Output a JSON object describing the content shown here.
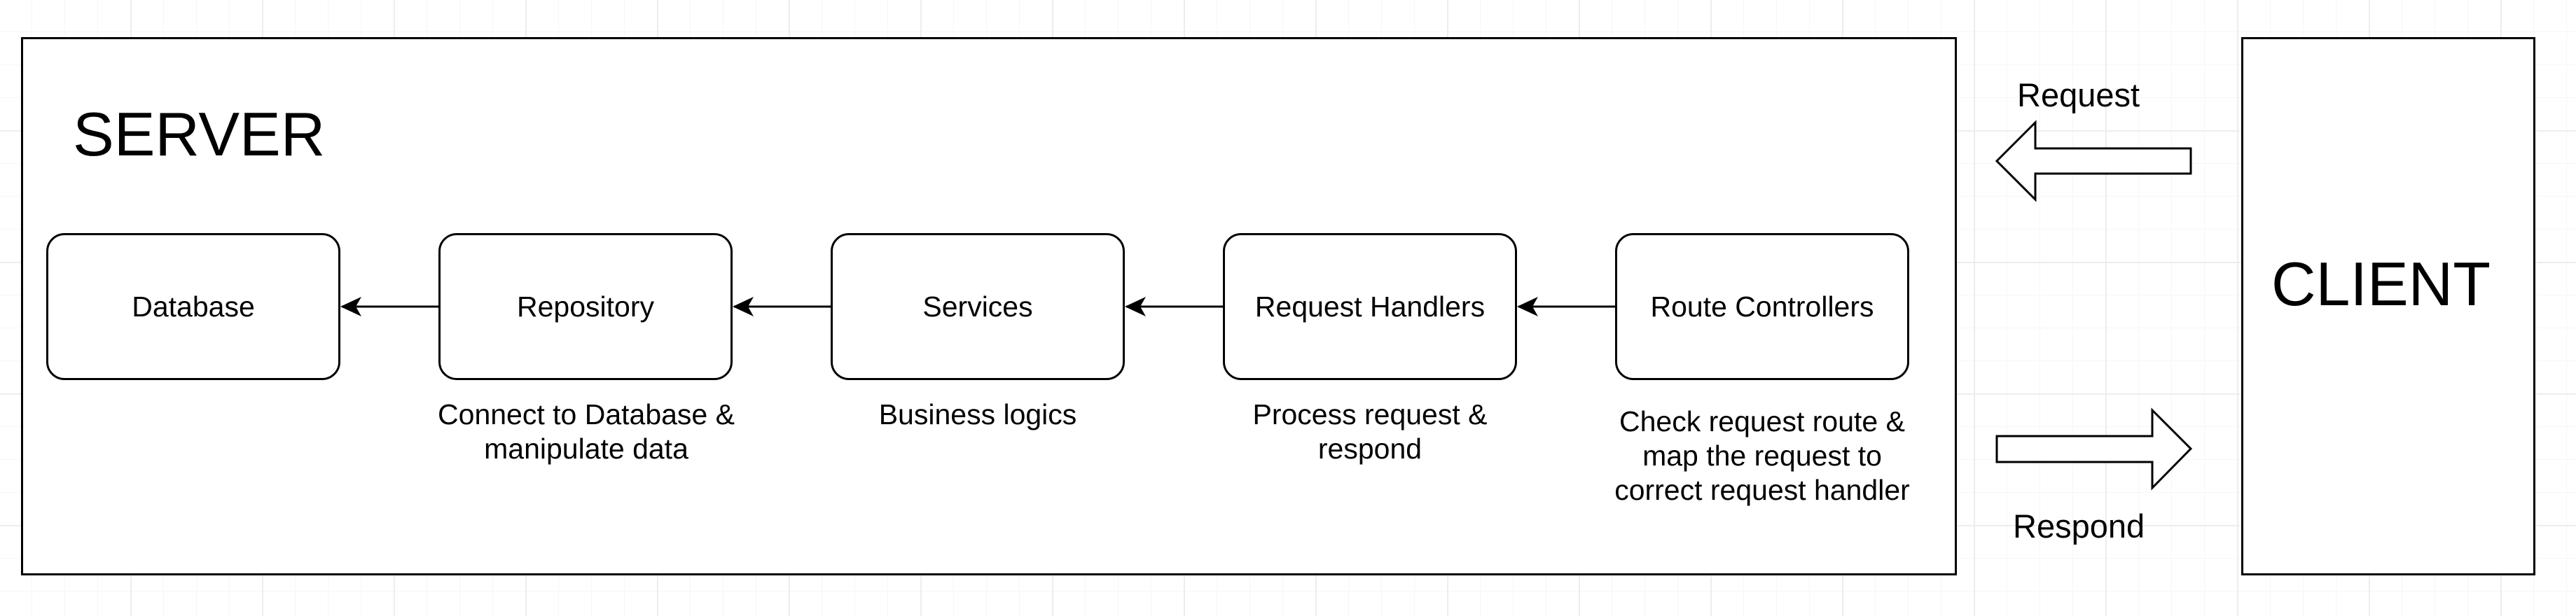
{
  "server": {
    "title": "SERVER"
  },
  "client": {
    "title": "CLIENT"
  },
  "nodes": [
    {
      "label": "Database",
      "description": ""
    },
    {
      "label": "Repository",
      "description": "Connect to Database & manipulate data"
    },
    {
      "label": "Services",
      "description": "Business logics"
    },
    {
      "label": "Request Handlers",
      "description": "Process request & respond"
    },
    {
      "label": "Route Controllers",
      "description": "Check request route & map the request to correct request handler"
    }
  ],
  "arrows": {
    "request_label": "Request",
    "respond_label": "Respond"
  }
}
